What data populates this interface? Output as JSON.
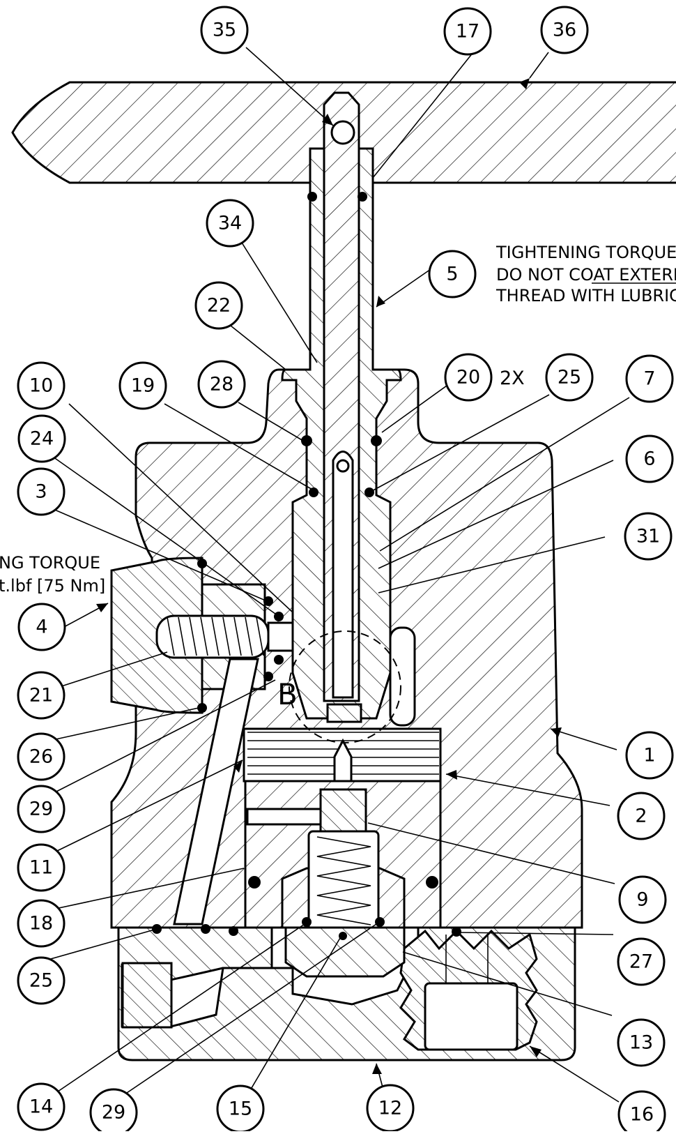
{
  "drawing": {
    "title": "",
    "background": "#ffffff",
    "line_color": "#000000",
    "section_label": "B",
    "notes": {
      "stem_torque_note": [
        "TIGHTENING TORQUE",
        "DO NOT COAT EXTERI",
        "THREAD WITH LUBRIC"
      ],
      "stem_torque_note_underlined_word": "EXTERI",
      "side_torque_note": [
        "NG TORQUE",
        "t.lbf [75 Nm]"
      ],
      "quantity_note": "2X"
    },
    "balloons": [
      "35",
      "17",
      "36",
      "34",
      "5",
      "22",
      "10",
      "19",
      "28",
      "20",
      "25",
      "7",
      "24",
      "6",
      "3",
      "31",
      "4",
      "21",
      "26",
      "1",
      "29",
      "2",
      "11",
      "9",
      "18",
      "25",
      "27",
      "13",
      "14",
      "29",
      "15",
      "12",
      "16"
    ]
  }
}
